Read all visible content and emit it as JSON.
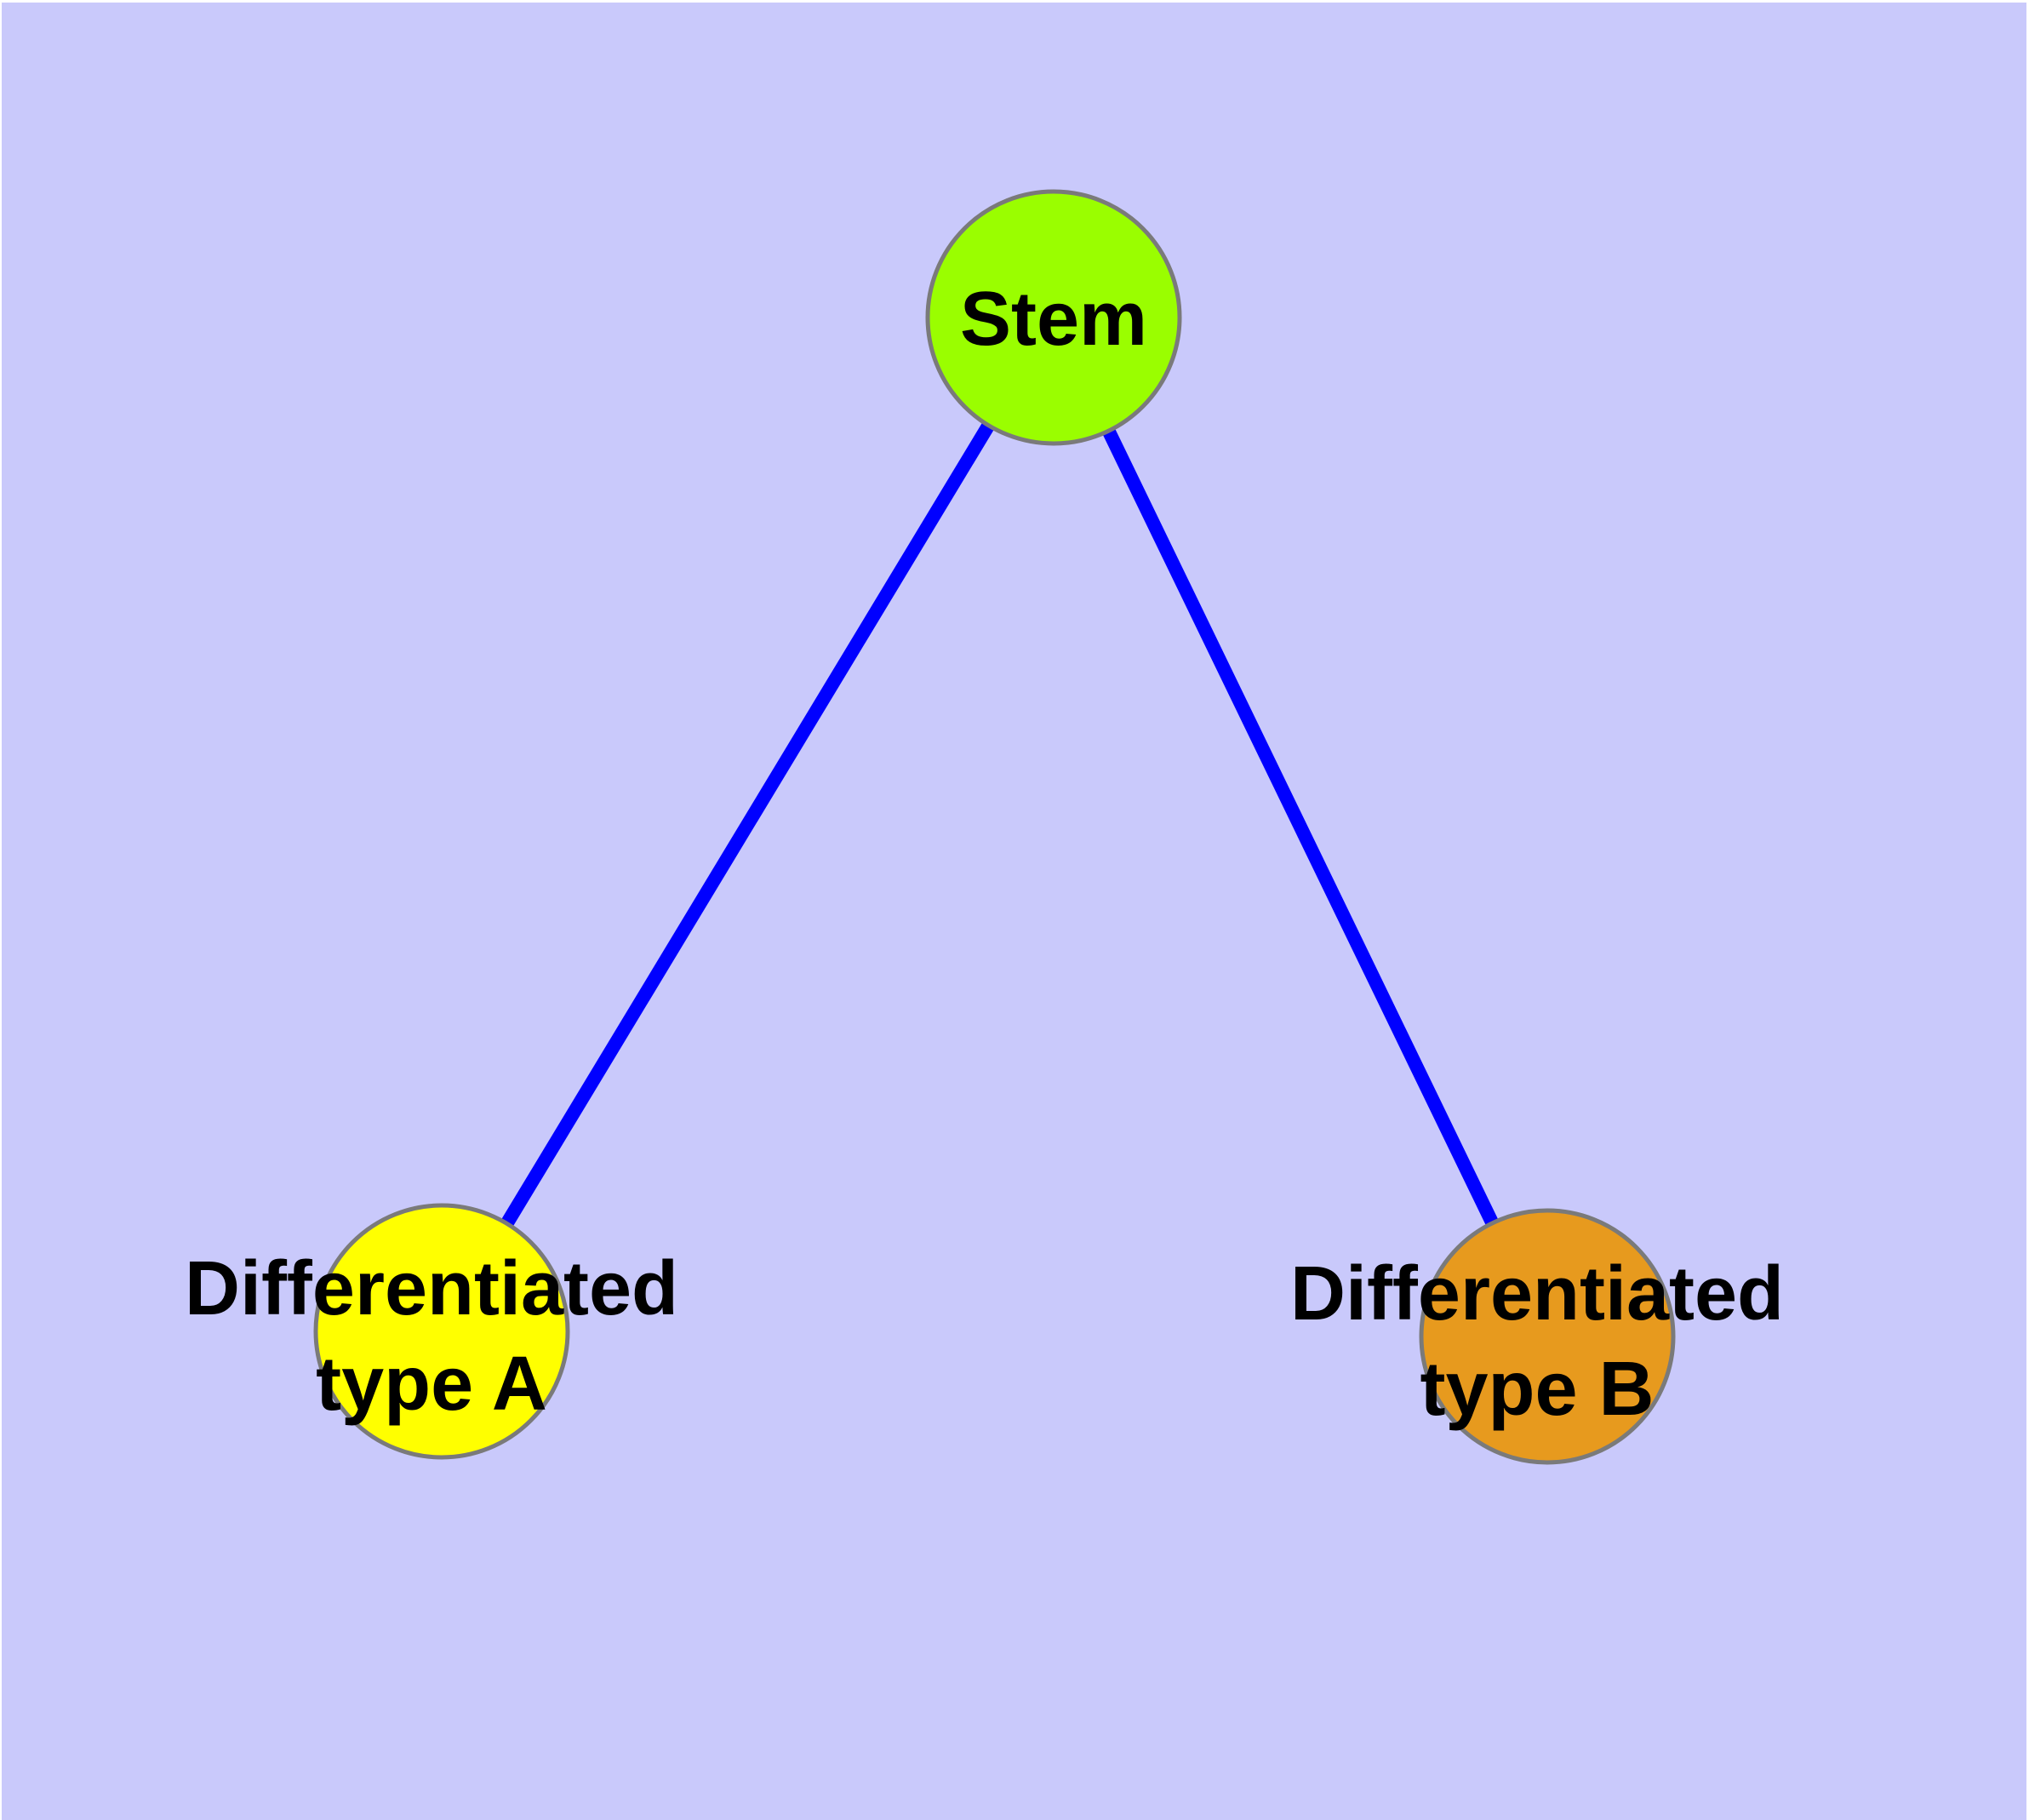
{
  "diagram": {
    "type": "graph",
    "description": "Cell differentiation graph: Stem node linked to two differentiated cell type nodes",
    "background_color": "#C9C9FB",
    "frame_color": "#FFFFFF",
    "edge_color": "#0000FF",
    "node_border_color": "#7A7A7A",
    "label_color": "#000000",
    "nodes": {
      "stem": {
        "label": "Stem",
        "label_lines": [
          "Stem"
        ],
        "fill": "#9AFE00"
      },
      "type_a": {
        "label": "Differentiated type A",
        "label_lines": [
          "Differentiated",
          "type A"
        ],
        "fill": "#FFFF00"
      },
      "type_b": {
        "label": "Differentiated type B",
        "label_lines": [
          "Differentiated",
          "type B"
        ],
        "fill": "#E79A1E"
      }
    },
    "edges": [
      {
        "from": "stem",
        "to": "type_a"
      },
      {
        "from": "stem",
        "to": "type_b"
      }
    ]
  }
}
